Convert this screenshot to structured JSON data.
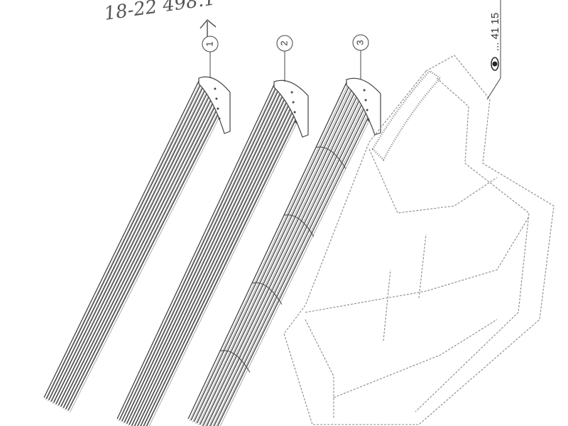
{
  "handwritten_note": "18-22 498.1",
  "callouts": [
    {
      "label": "1"
    },
    {
      "label": "2"
    },
    {
      "label": "3"
    }
  ],
  "reference": {
    "icon": "eye-icon",
    "text": "... 41 15"
  },
  "colors": {
    "line": "#444444",
    "dashed": "#888888",
    "background": "#ffffff"
  }
}
